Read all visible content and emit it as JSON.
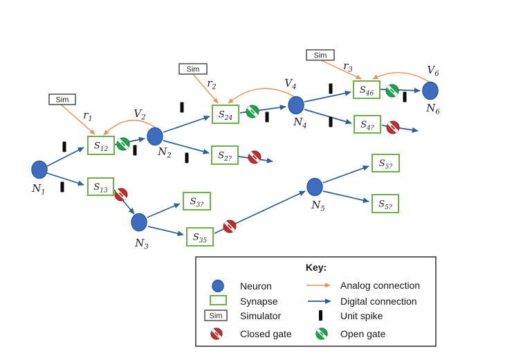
{
  "colors": {
    "neuron_fill": "#3e6dbf",
    "neuron_stroke": "#2b589e",
    "synapse_border": "#6fae48",
    "digital_connection": "#2e608f",
    "analog_connection": "#e8935a",
    "open_gate": "#1ca24d",
    "closed_gate": "#c02b2b",
    "unit_spike": "#0b0b0b",
    "background": "#ffffff"
  },
  "nodes": {
    "neurons": [
      {
        "main": "N",
        "sub": "1"
      },
      {
        "main": "N",
        "sub": "2"
      },
      {
        "main": "N",
        "sub": "3"
      },
      {
        "main": "N",
        "sub": "4"
      },
      {
        "main": "N",
        "sub": "5"
      },
      {
        "main": "N",
        "sub": "6"
      }
    ],
    "synapses": [
      {
        "main": "S",
        "sub": "12"
      },
      {
        "main": "S",
        "sub": "13"
      },
      {
        "main": "S",
        "sub": "24"
      },
      {
        "main": "S",
        "sub": "2?"
      },
      {
        "main": "S",
        "sub": "46"
      },
      {
        "main": "S",
        "sub": "4?"
      },
      {
        "main": "S",
        "sub": "3?"
      },
      {
        "main": "S",
        "sub": "35"
      },
      {
        "main": "S",
        "sub": "5?"
      },
      {
        "main": "S",
        "sub": "5?"
      }
    ],
    "simulators": [
      {
        "label": "Sim"
      },
      {
        "label": "Sim"
      },
      {
        "label": "Sim"
      }
    ],
    "rates": [
      {
        "main": "r",
        "sub": "1"
      },
      {
        "main": "r",
        "sub": "2"
      },
      {
        "main": "r",
        "sub": "3"
      }
    ],
    "voltages": [
      {
        "main": "V",
        "sub": "2"
      },
      {
        "main": "V",
        "sub": "4"
      },
      {
        "main": "V",
        "sub": "6"
      }
    ]
  },
  "connections": {
    "digital": [
      "N1->S12",
      "S12->(open gate)->N2",
      "N1->S13",
      "S13->(closed gate)->N3",
      "N2->S24",
      "S24->(open gate)->N4",
      "N2->S2?",
      "S2?->(closed gate)->x",
      "N4->S46",
      "S46->(open gate)->N6",
      "N4->S4?",
      "S4?->(closed gate)->x",
      "N3->S3?",
      "N3->S35",
      "S35->(closed gate)->N5",
      "N5->S5?",
      "N5->S5?"
    ],
    "analog": [
      "Sim->S12 (r1)",
      "N2->S12 (V2)",
      "Sim->S24 (r2)",
      "N4->S24 (V4)",
      "Sim->S46 (r3)",
      "N6->S46 (V6)"
    ]
  },
  "key": {
    "title": "Key:",
    "sim_label": "Sim",
    "neuron": "Neuron",
    "synapse": "Synapse",
    "simulator": "Simulator",
    "closed_gate": "Closed gate",
    "analog": "Analog connection",
    "digital": "Digital connection",
    "unit_spike": "Unit spike",
    "open_gate": "Open gate"
  }
}
